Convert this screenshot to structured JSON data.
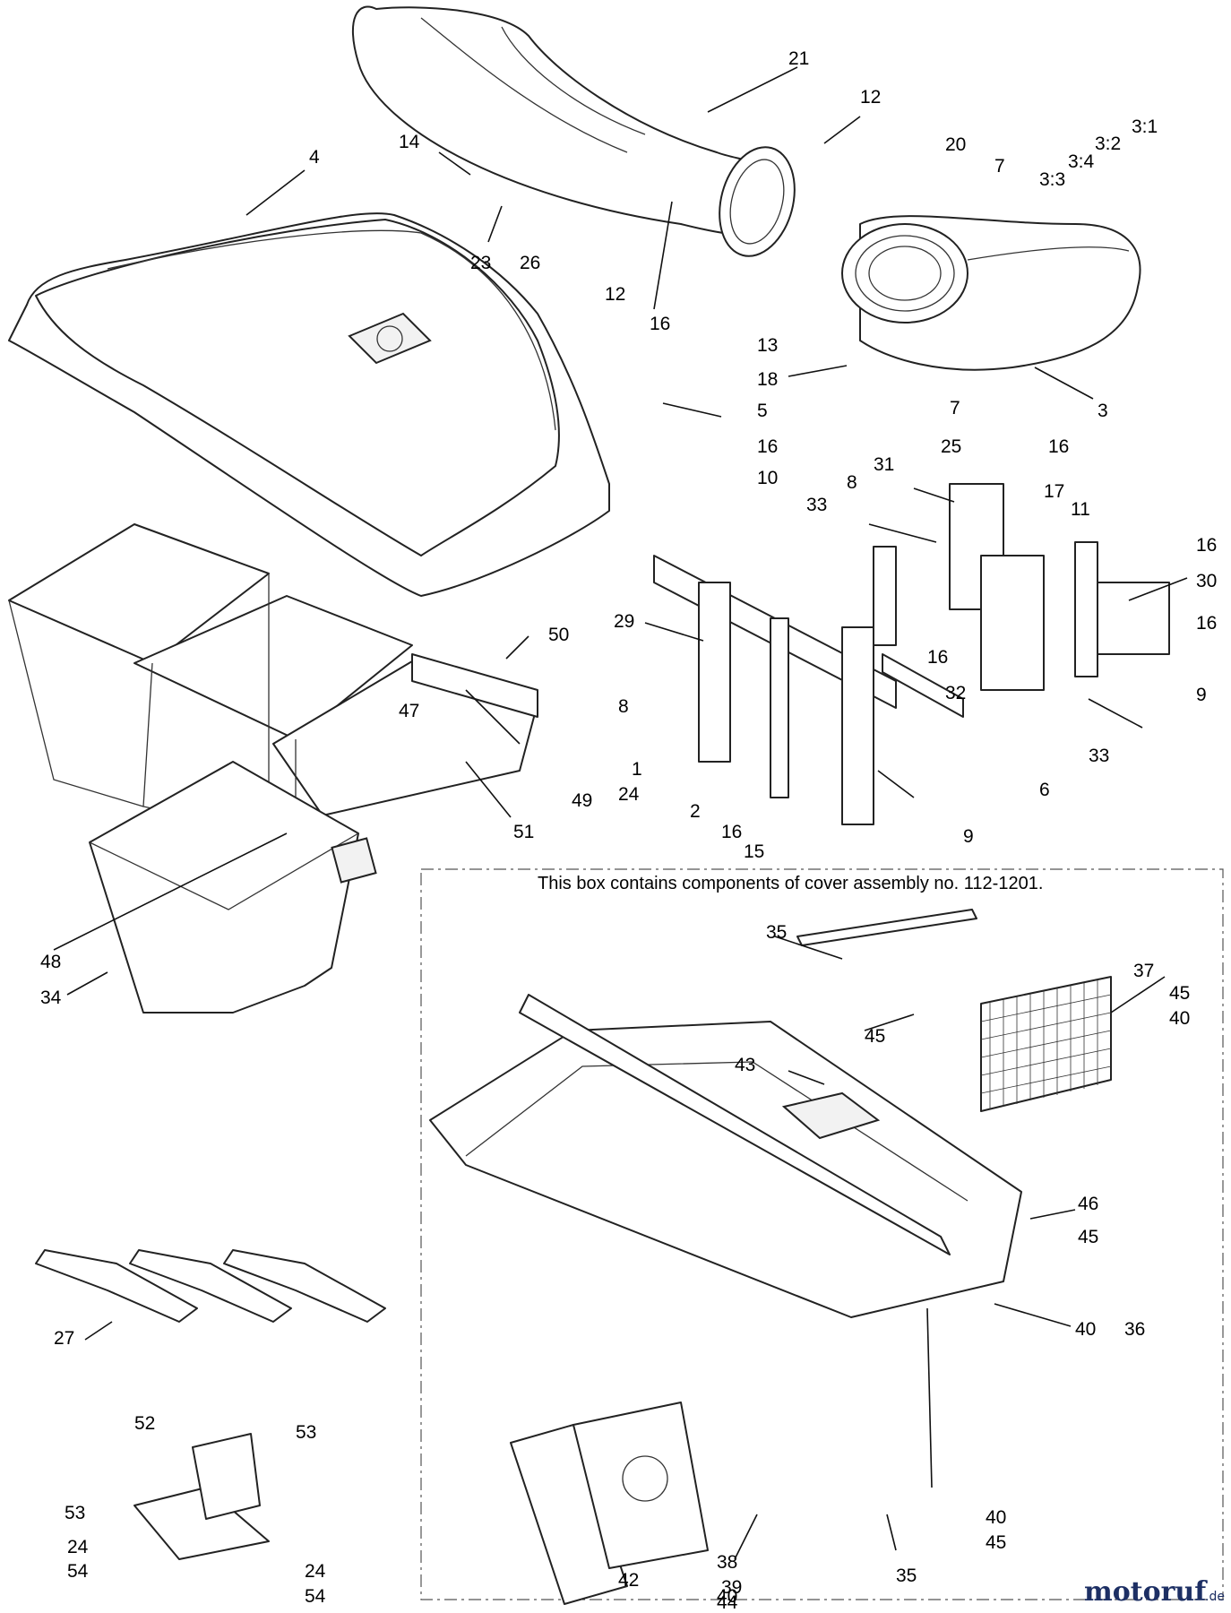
{
  "box_caption": "This box contains components of cover assembly no. 112-1201.",
  "watermark": {
    "name": "motoruf",
    "tld": ".de",
    "color": "#1d2f64"
  },
  "callouts": [
    "21",
    "12",
    "14",
    "4",
    "23",
    "26",
    "12",
    "16",
    "20",
    "7",
    "3:1",
    "3:2",
    "3:4",
    "3:3",
    "13",
    "18",
    "5",
    "7",
    "16",
    "25",
    "3",
    "10",
    "16",
    "31",
    "8",
    "33",
    "17",
    "11",
    "16",
    "30",
    "16",
    "29",
    "16",
    "9",
    "8",
    "32",
    "33",
    "1",
    "24",
    "2",
    "6",
    "16",
    "15",
    "9",
    "50",
    "47",
    "49",
    "51",
    "48",
    "34",
    "35",
    "37",
    "45",
    "40",
    "45",
    "43",
    "46",
    "45",
    "27",
    "40",
    "36",
    "52",
    "53",
    "53",
    "24",
    "54",
    "24",
    "54",
    "38",
    "39",
    "40",
    "45",
    "40",
    "35",
    "42",
    "44"
  ]
}
